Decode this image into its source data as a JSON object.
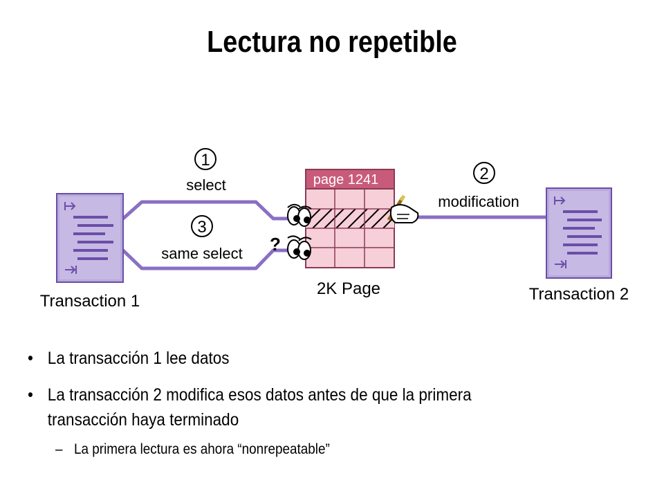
{
  "slide": {
    "title": "Lectura no repetible"
  },
  "diagram": {
    "step1_number": "1",
    "step1_label": "select",
    "step2_number": "2",
    "step2_label": "modification",
    "step3_number": "3",
    "step3_label": "same select",
    "question_mark": "?",
    "page_header": "page 1241",
    "page_caption": "2K Page",
    "transaction1_label": "Transaction 1",
    "transaction2_label": "Transaction 2",
    "colors": {
      "line": "#8a6fc4",
      "doc_fill": "#b8a9dc",
      "doc_bars": "#6a4ea8",
      "page_header_fill": "#c95b7a",
      "page_cell_fill": "#f6cfd8",
      "page_border": "#8a3a55"
    }
  },
  "bullets": {
    "item1": "La transacción 1 lee datos",
    "item2_line1": "La transacción 2 modifica esos datos antes de que la primera",
    "item2_line2": "transacción haya terminado",
    "sub1": "La primera lectura es ahora “nonrepeatable”",
    "bullet_symbol": "•",
    "dash_symbol": "–"
  }
}
